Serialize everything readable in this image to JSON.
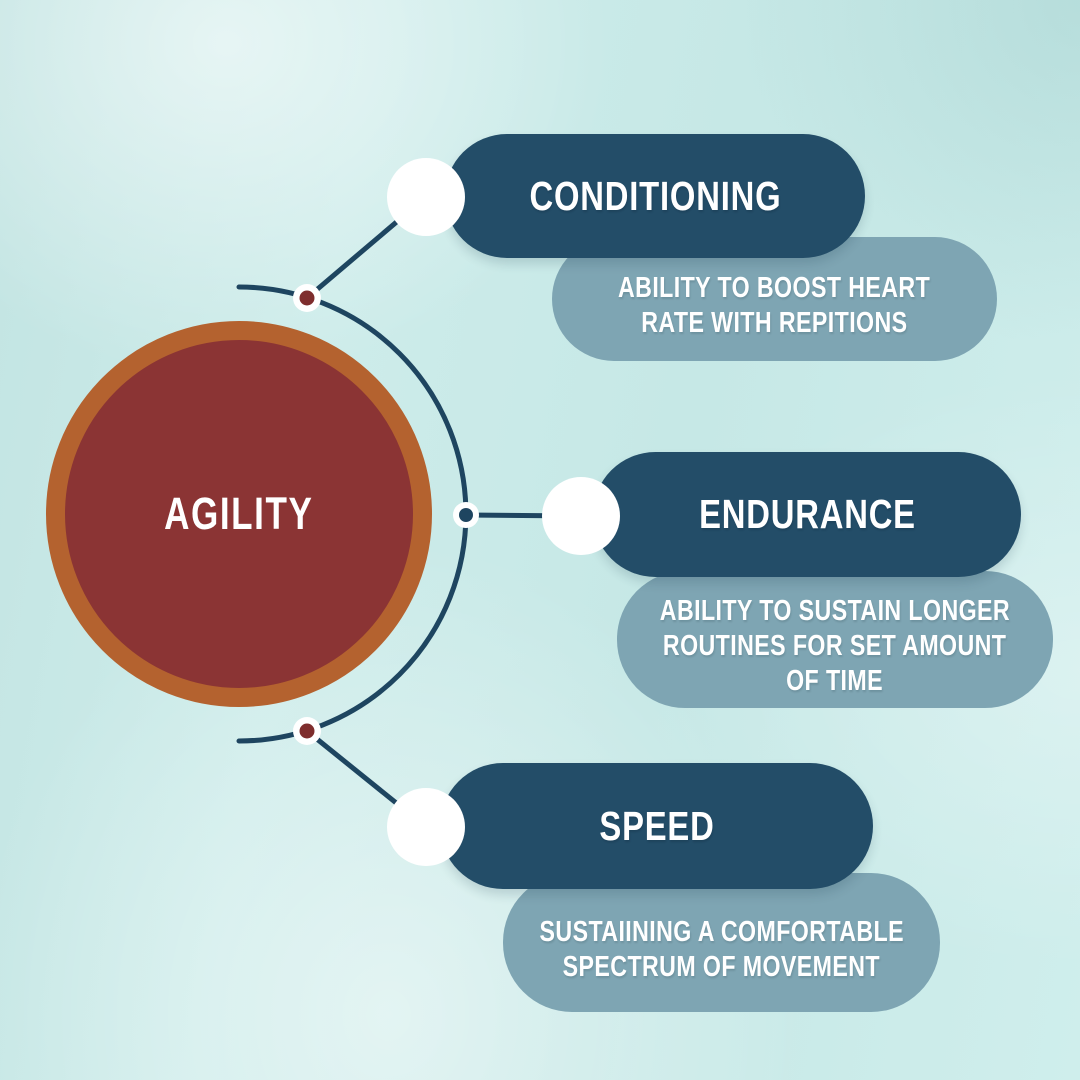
{
  "center": {
    "label": "AGILITY"
  },
  "branches": [
    {
      "label": "CONDITIONING",
      "description": "ABILITY TO BOOST HEART RATE WITH REPITIONS",
      "lines": [
        "ABILITY TO BOOST HEART",
        "RATE WITH REPITIONS"
      ]
    },
    {
      "label": "ENDURANCE",
      "description": "ABILITY TO SUSTAIN LONGER ROUTINES FOR SET AMOUNT OF TIME",
      "lines": [
        "ABILITY TO SUSTAIN LONGER",
        "ROUTINES FOR SET AMOUNT",
        "OF TIME"
      ]
    },
    {
      "label": "SPEED",
      "description": "SUSTAIINING A COMFORTABLE SPECTRUM OF MOVEMENT",
      "lines": [
        "SUSTAIINING A COMFORTABLE",
        "SPECTRUM OF MOVEMENT"
      ]
    }
  ],
  "colors": {
    "background": "#c2e4e2",
    "title_pill": "#234d68",
    "description_pill": "#7ea5b3",
    "hub_fill": "#8b3434",
    "hub_ring": "#b4622f",
    "connector": "#1e4560",
    "node_dot_top": "#7e2d2d",
    "node_dot_middle": "#1e4560",
    "text": "#ffffff"
  }
}
